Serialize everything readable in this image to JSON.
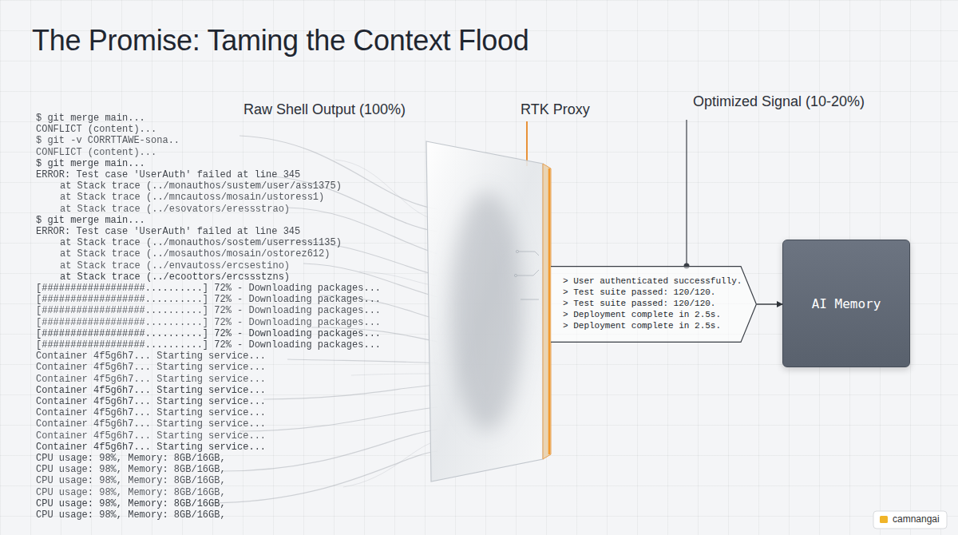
{
  "diagram": {
    "title": "The Promise: Taming the Context Flood",
    "nodes": [
      {
        "text": [
          "RTK Proxy"
        ]
      },
      {
        "text": [
          "Optimized Signal (10-20%)",
          "> User authenticated successfully.",
          "> Test suite passed: 120/120.",
          "> Test suite passed: 120/120.",
          "> Deployment complete in 2.5s.",
          "> Deployment complete in 2.5s."
        ]
      },
      {
        "text": [
          "AI Memory"
        ]
      }
    ],
    "edges": [
      {
        "from": 1,
        "to": 2,
        "arrow": "to"
      }
    ],
    "labels": [
      "Raw Shell Output (100%)",
      "$ git merge main...",
      "CONFLICT (content)...",
      "$ git -v CORRTTAWE-sona..",
      "CONFLICT (content)...",
      "$ git merge main...",
      "ERROR: Test case 'UserAuth' failed at line 345",
      "at Stack trace (../monauthos/sustem/user/ass1375)",
      "at Stack trace (../mncautoss/mosain/ustoress1)",
      "at Stack trace (../esovators/eressstrao)",
      "$ git merge main...",
      "ERROR: Test case 'UserAuth' failed at line 345",
      "at Stack trace (../monauthos/sostem/userress1135)",
      "at Stack trace (../mosauthos/mosain/ostorez612)",
      "at Stack trace (../envautoss/ercsestino)",
      "at Stack trace (../ecoottors/ercssstzns)",
      "[##################..........] 72% - Downloading packages...",
      "[##################..........] 72% - Downloading packages...",
      "[##################..........] 72% - Downloading packages...",
      "[##################..........] 72% - Downloading packages...",
      "[##################..........] 72% - Downloading packages...",
      "[##################..........] 72% - Downloading packages...",
      "Container 4f5g6h7... Starting service...",
      "Container 4f5g6h7... Starting service...",
      "Container 4f5g6h7... Starting service...",
      "Container 4f5g6h7... Starting service...",
      "Container 4f5g6h7... Starting service...",
      "Container 4f5g6h7... Starting service...",
      "Container 4f5g6h7... Starting service...",
      "Container 4f5g6h7... Starting service...",
      "Container 4f5g6h7... Starting service...",
      "CPU usage: 98%, Memory: 8GB/16GB,",
      "CPU usage: 98%, Memory: 8GB/16GB,",
      "CPU usage: 98%, Memory: 8GB/16GB,",
      "CPU usage: 98%, Memory: 8GB/16GB,",
      "CPU usage: 98%, Memory: 8GB/16GB,",
      "CPU usage: 98%, Memory: 8GB/16GB,",
      "camnangai"
    ]
  }
}
